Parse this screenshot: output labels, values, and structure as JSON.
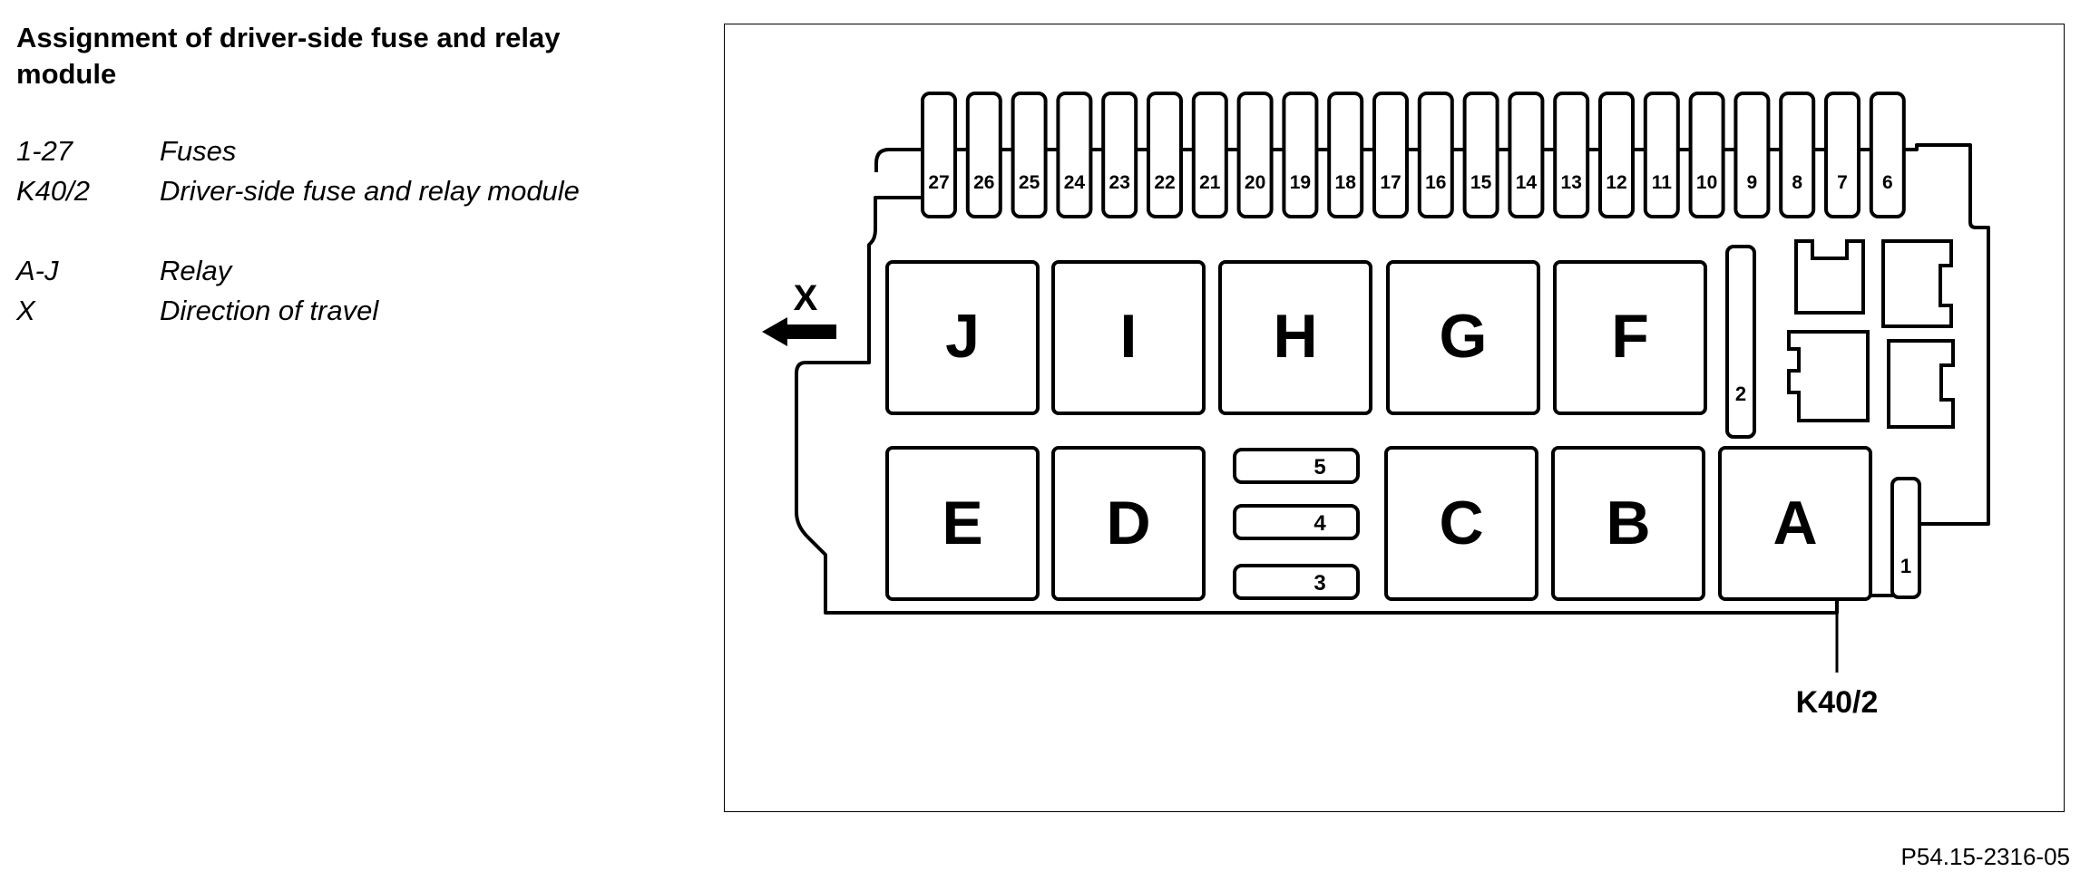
{
  "title": "Assignment of driver-side fuse and relay module",
  "legend": [
    {
      "code": "1-27",
      "desc": "Fuses"
    },
    {
      "code": "K40/2",
      "desc": "Driver-side fuse and relay module"
    },
    {
      "code": "A-J",
      "desc": "Relay"
    },
    {
      "code": "X",
      "desc": "Direction of travel"
    }
  ],
  "diagram": {
    "top_fuses": [
      "27",
      "26",
      "25",
      "24",
      "23",
      "22",
      "21",
      "20",
      "19",
      "18",
      "17",
      "16",
      "15",
      "14",
      "13",
      "12",
      "11",
      "10",
      "9",
      "8",
      "7",
      "6"
    ],
    "relays_top": [
      "J",
      "I",
      "H",
      "G",
      "F"
    ],
    "relays_bottom": [
      "E",
      "D",
      "C",
      "B",
      "A"
    ],
    "small_fuses": [
      "5",
      "4",
      "3"
    ],
    "fuse_2": "2",
    "fuse_1": "1",
    "direction_label": "X",
    "module_label": "K40/2"
  },
  "reference": "P54.15-2316-05"
}
